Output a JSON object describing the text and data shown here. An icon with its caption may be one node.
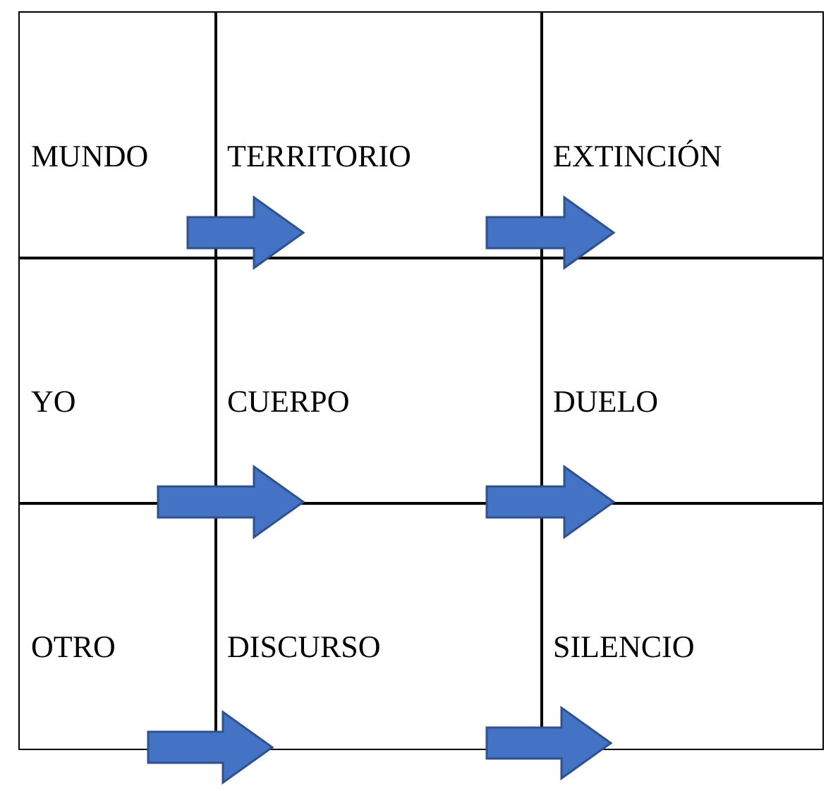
{
  "diagram": {
    "nodes": [
      {
        "text": [
          "MUNDO"
        ]
      },
      {
        "text": [
          "TERRITORIO"
        ]
      },
      {
        "text": [
          "EXTINCIÓN"
        ]
      },
      {
        "text": [
          "YO"
        ]
      },
      {
        "text": [
          "CUERPO"
        ]
      },
      {
        "text": [
          "DUELO"
        ]
      },
      {
        "text": [
          "OTRO"
        ]
      },
      {
        "text": [
          "DISCURSO"
        ]
      },
      {
        "text": [
          "SILENCIO"
        ]
      }
    ],
    "edges": [
      {
        "from": 0,
        "to": 1,
        "arrow": "to",
        "style": "thick"
      },
      {
        "from": 1,
        "to": 2,
        "arrow": "to",
        "style": "thick"
      },
      {
        "from": 3,
        "to": 4,
        "arrow": "to",
        "style": "thick"
      },
      {
        "from": 4,
        "to": 5,
        "arrow": "to",
        "style": "thick"
      },
      {
        "from": 6,
        "to": 7,
        "arrow": "to",
        "style": "thick"
      },
      {
        "from": 7,
        "to": 8,
        "arrow": "to",
        "style": "thick"
      }
    ]
  }
}
